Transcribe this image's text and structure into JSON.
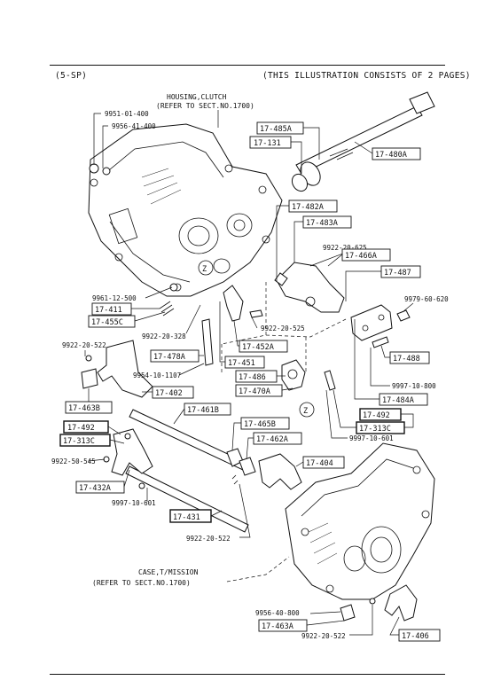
{
  "header": {
    "variant": "(5-SP)",
    "note": "(THIS ILLUSTRATION CONSISTS OF  2 PAGES)"
  },
  "notes": {
    "housing_line1": "HOUSING,CLUTCH",
    "housing_line2": "(REFER TO SECT.NO.1700)",
    "case_line1": "CASE,T/MISSION",
    "case_line2": "(REFER TO SECT.NO.1700)"
  },
  "boxed_parts": [
    "17-485A",
    "17-131",
    "17-480A",
    "17-482A",
    "17-483A",
    "17-466A",
    "17-487",
    "17-411",
    "17-455C",
    "17-452A",
    "17-478A",
    "17-451",
    "17-488",
    "17-486",
    "17-470A",
    "17-484A",
    "17-402",
    "17-463B",
    "17-461B",
    "17-492",
    "17-313C",
    "17-465B",
    "17-462A",
    "17-492",
    "17-313C",
    "17-404",
    "17-432A",
    "17-431",
    "17-463A",
    "17-406"
  ],
  "part_numbers": [
    "9951-01-400",
    "9956-41-400",
    "9922-20-625",
    "9979-60-620",
    "9961-12-500",
    "9922-20-525",
    "9922-20-328",
    "9922-20-522",
    "9954-10-1107",
    "9997-10-800",
    "9997-10-601",
    "9922-50-545",
    "9997-10-601",
    "9922-20-522",
    "9956-40-800",
    "9922-20-522"
  ],
  "markers": [
    "Z",
    "Z"
  ]
}
